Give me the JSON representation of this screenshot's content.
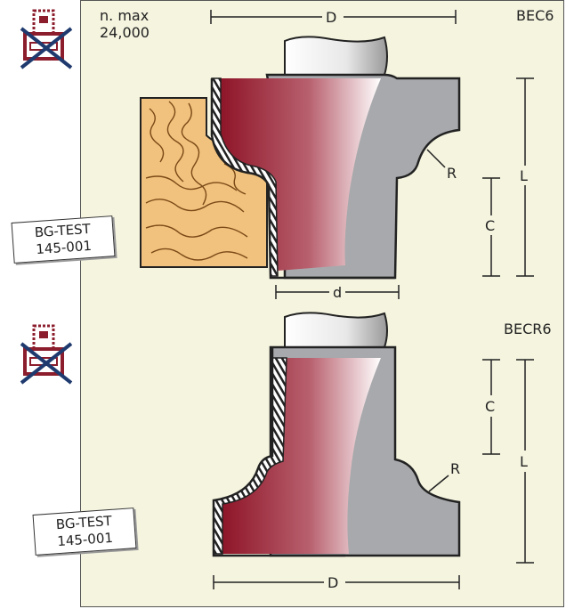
{
  "speed": {
    "line1": "n. max",
    "line2": "24,000"
  },
  "top_cutter": {
    "code": "BEC6",
    "dim_D": "D",
    "dim_L": "L",
    "dim_C": "C",
    "dim_R": "R",
    "dim_d": "d",
    "tag": {
      "line1": "BG-TEST",
      "line2": "145-001"
    }
  },
  "bottom_cutter": {
    "code": "BECR6",
    "dim_D": "D",
    "dim_L": "L",
    "dim_C": "C",
    "dim_R": "R",
    "tag": {
      "line1": "BG-TEST",
      "line2": "145-001"
    }
  },
  "icons": [
    "no-hand-feed-icon",
    "no-hand-feed-icon"
  ],
  "colors": {
    "panel": "#f5f4df",
    "carbide_red": "#9b1b30",
    "steel_gray": "#a7a9ac",
    "wood": "#f1c27d",
    "icon_red": "#8c1d2c",
    "icon_blue": "#1f3a6e"
  }
}
